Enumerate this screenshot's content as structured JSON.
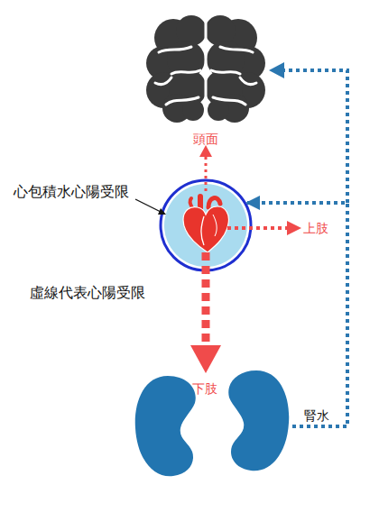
{
  "diagram": {
    "nodes": [
      {
        "text": [
          "心包積水心陽受限"
        ]
      },
      {
        "text": [
          "腎水"
        ]
      }
    ],
    "edges": [
      {
        "from": 1,
        "to": 0,
        "arrow": "to"
      }
    ],
    "labels": [
      "頭面",
      "上肢",
      "虛線代表心陽受限",
      "下肢"
    ]
  }
}
